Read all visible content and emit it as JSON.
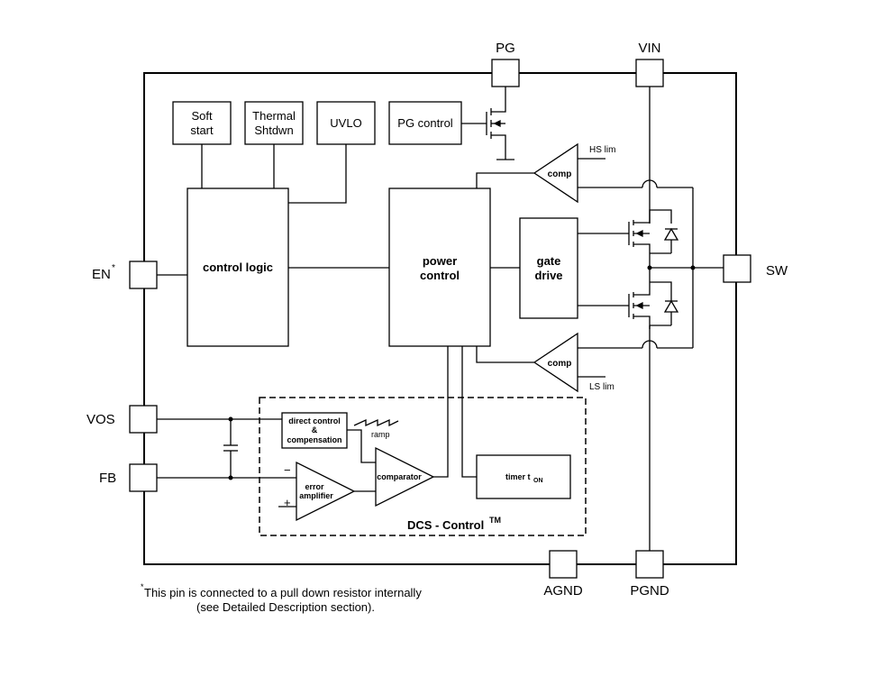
{
  "pins": {
    "pg": "PG",
    "vin": "VIN",
    "en": "EN",
    "en_star": "*",
    "sw": "SW",
    "vos": "VOS",
    "fb": "FB",
    "agnd": "AGND",
    "pgnd": "PGND"
  },
  "blocks": {
    "soft_start_line1": "Soft",
    "soft_start_line2": "start",
    "thermal_line1": "Thermal",
    "thermal_line2": "Shtdwn",
    "uvlo": "UVLO",
    "pg_control": "PG control",
    "control_logic": "control logic",
    "power_control_line1": "power",
    "power_control_line2": "control",
    "gate_drive_line1": "gate",
    "gate_drive_line2": "drive",
    "comp_top": "comp",
    "comp_bottom": "comp",
    "hs_lim": "HS lim",
    "ls_lim": "LS lim",
    "direct_control_line1": "direct control",
    "direct_control_line2": "&",
    "direct_control_line3": "compensation",
    "ramp": "ramp",
    "comparator": "comparator",
    "error_amp_line1": "error",
    "error_amp_line2": "amplifier",
    "minus": "−",
    "plus": "+",
    "timer": "timer t",
    "timer_sub": "ON",
    "dcs_control": "DCS - Control",
    "dcs_tm": "TM"
  },
  "footnote": {
    "star": "*",
    "line1": " This pin is connected to a pull down resistor internally",
    "line2": "(see Detailed Description section)."
  }
}
